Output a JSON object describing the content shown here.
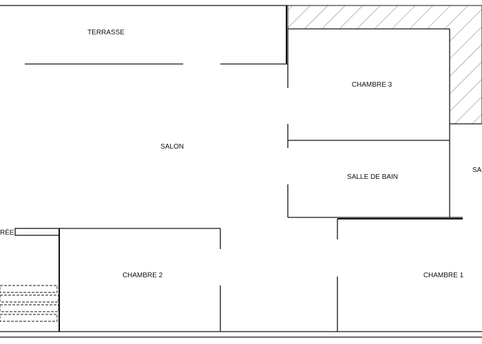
{
  "floor_plan": {
    "rooms": {
      "terrasse": "TERRASSE",
      "salon": "SALON",
      "chambre_3": "CHAMBRE 3",
      "salle_de_bain": "SALLE DE BAIN",
      "chambre_2": "CHAMBRE 2",
      "chambre_1": "CHAMBRE 1",
      "cut_left": "RÉE",
      "cut_right": "SAL"
    },
    "colors": {
      "wall": "#111111",
      "hatch": "#777777",
      "background": "#ffffff"
    }
  }
}
